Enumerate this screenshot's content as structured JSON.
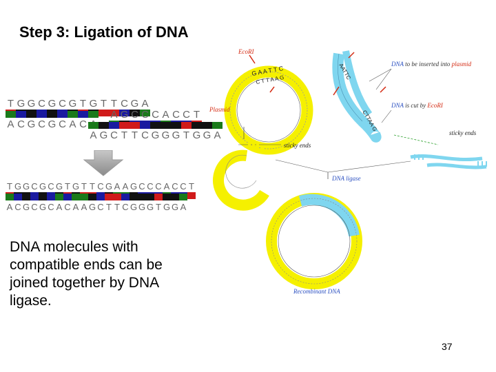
{
  "slide": {
    "title": "Step 3: Ligation of DNA",
    "caption": "DNA molecules with compatible ends can be joined together by DNA ligase.",
    "page_number": "37"
  },
  "sequences": {
    "fragment_left_top": "TGGCGCGTGTTCGA",
    "fragment_right_top": "AGCCCACCT",
    "fragment_left_bottom": "ACGCGCACA",
    "fragment_right_bottom": "AGCTTCGGGTGGA",
    "ligated_top": "TGGCGCGTGTTCGAAGCCCACCT",
    "ligated_bottom": "ACGCGCACAAGCTTCGGGTGGA"
  },
  "diagram_labels": {
    "ecori_top": "EcoRI",
    "dna_to_be_inserted": "DNA",
    "dna_to_be_inserted_rest": "to be inserted into",
    "plasmid_right": "plasmid",
    "plasmid_left": "Plasmid",
    "dna_cut_by": "DNA",
    "dna_cut_by_rest": "is cut by",
    "ecori_right": "EcoRI",
    "sticky_ends_middle": "sticky ends",
    "sticky_ends_right": "sticky ends",
    "dna_ligase": "DNA ligase",
    "recombinant_dna": "Recombinant DNA",
    "site_top_1": "G A A T T C",
    "site_top_2": "C T T A A G",
    "site_frag_1": "AATTC",
    "site_frag_2": "CTTAA G"
  },
  "colors": {
    "base_A": "#1a7a1a",
    "base_C": "#1a1aa0",
    "base_G": "#111111",
    "base_T": "#d01a1a",
    "plasmid": "#f5f000",
    "insert_dna": "#7fd6ef",
    "arrow_red": "#d42a12"
  },
  "icons": {
    "down_arrow": "down-arrow-icon"
  }
}
